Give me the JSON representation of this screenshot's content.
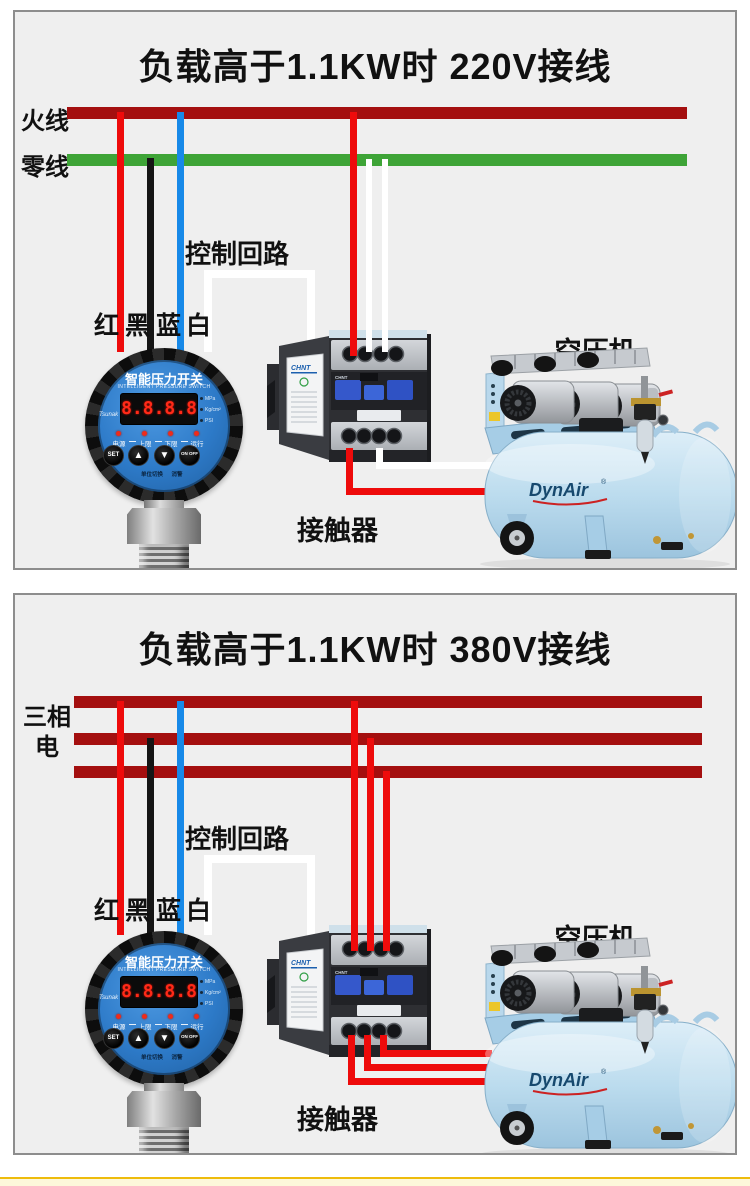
{
  "colors": {
    "bus_dark_red": "#a40f0f",
    "wire_red": "#ee0b0b",
    "wire_green": "#3ea437",
    "wire_blue": "#1789e8",
    "wire_black": "#151515",
    "wire_white": "#ffffff",
    "panel_bg": "#efefef",
    "panel_border": "#8d8d8d",
    "switch_face_blue": "#2d7ac8",
    "compressor_blue": "#bcdcee",
    "banner_gold": "#eebc0c"
  },
  "panels": [
    {
      "title": "负载高于1.1KW时 220V接线",
      "bus_labels": [
        "火线",
        "零线"
      ],
      "wire_labels": [
        "红",
        "黑",
        "蓝",
        "白"
      ],
      "control_loop_label": "控制回路",
      "contactor_label": "接触器",
      "compressor_label": "空压机"
    },
    {
      "title": "负载高于1.1KW时 380V接线",
      "bus_label_line1": "三相",
      "bus_label_line2": "电",
      "wire_labels": [
        "红",
        "黑",
        "蓝",
        "白"
      ],
      "control_loop_label": "控制回路",
      "contactor_label": "接触器",
      "compressor_label": "空压机"
    }
  ],
  "pressure_switch": {
    "title": "智能压力开关",
    "subtitle": "INTELLIGENT PRESSURE SWITCH",
    "brand": "Tsunak",
    "display_value": "8.8.8.8",
    "unit_labels": [
      "MPa",
      "Kg/cm²",
      "PSI"
    ],
    "status_labels": [
      "电源",
      "上限",
      "下限",
      "运行"
    ],
    "button_labels": {
      "set": "SET",
      "up": "▲",
      "down": "▼",
      "onoff": "ON OFF"
    },
    "bottom_labels": [
      "单位切换",
      "消警"
    ]
  },
  "contactor": {
    "brand": "CHNT"
  },
  "compressor": {
    "brand": "DynAir",
    "registered_mark": "®"
  }
}
